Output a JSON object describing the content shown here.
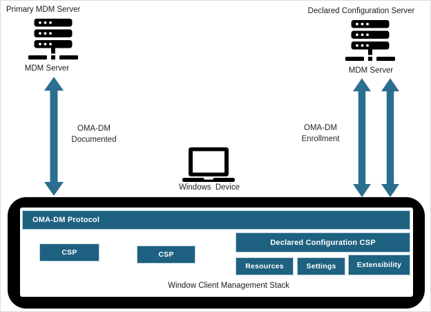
{
  "palette": {
    "box_teal": "#1e6180",
    "arrow_teal": "#2c6e90",
    "frame_black": "#000000",
    "text": "#1b1b1b"
  },
  "icons": [
    "server-icon",
    "laptop-icon",
    "double-arrow-icon"
  ],
  "servers": {
    "primary": {
      "title": "Primary MDM Server",
      "caption": "MDM Server"
    },
    "declared": {
      "title": "Declared Configuration Server",
      "caption": "MDM Server"
    }
  },
  "links": {
    "documented": {
      "line1": "OMA-DM",
      "line2": "Documented"
    },
    "enrollment": {
      "line1": "OMA-DM",
      "line2": "Enrollment"
    }
  },
  "device": {
    "caption": "Windows Device"
  },
  "stack": {
    "protocol": "OMA-DM Protocol",
    "csp_left": "CSP",
    "csp_middle": "CSP",
    "declared_csp": "Declared Configuration CSP",
    "sub_boxes": [
      "Resources",
      "Settings",
      "Extensibility"
    ],
    "caption": "Window Client Management Stack"
  }
}
